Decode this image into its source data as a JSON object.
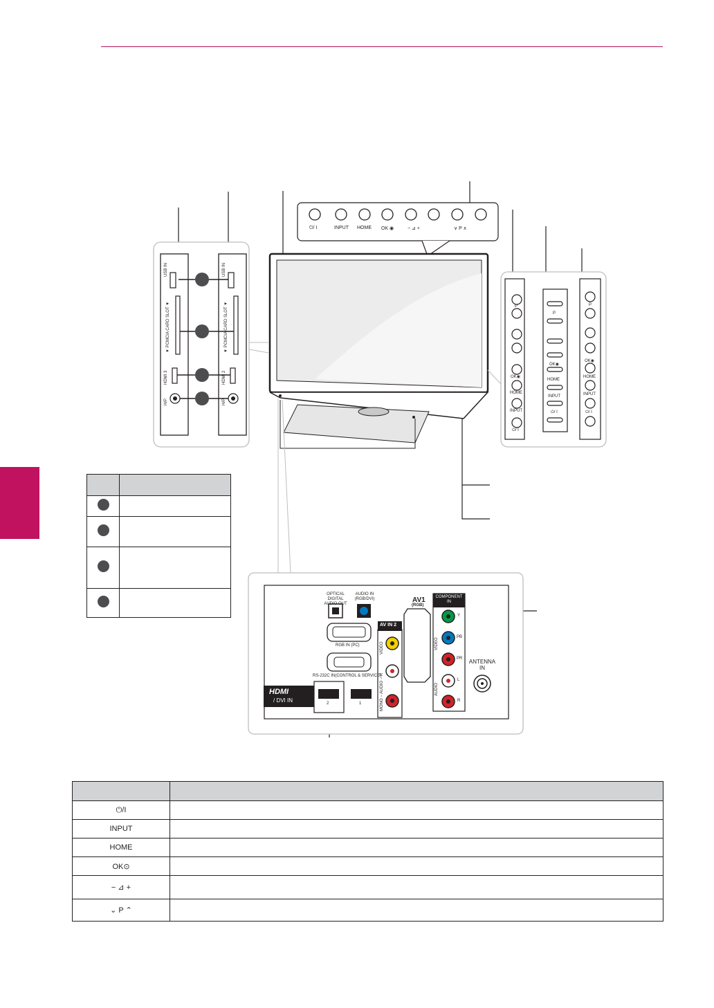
{
  "top_panel": {
    "labels": [
      "⏻/ I",
      "INPUT",
      "HOME",
      "OK ◉",
      "−  ⊿  +",
      "∨   P   ∧"
    ]
  },
  "side_panel_left": {
    "usb": "USB IN",
    "pcmcia": "▼ PCMCIA CARD SLOT ▼",
    "hdmi": "HDMI 3",
    "hp": "H/P"
  },
  "side_panel_right": {
    "usb": "USB IN",
    "pcmcia": "▼ PCMCIA CARD SLOT ▼",
    "hdmi": "HDMI 2",
    "hp": "H/P"
  },
  "button_panels": {
    "p": "P",
    "ok": "OK◉",
    "home": "HOME",
    "input": "INPUT",
    "power": "⏻/ I"
  },
  "rear_panel": {
    "optical": "OPTICAL DIGITAL AUDIO OUT",
    "audio_in": "AUDIO IN (RGB/DVI)",
    "rgb_in": "RGB IN (PC)",
    "rs232": "RS-232C IN(CONTROL & SERVICE)",
    "hdmi_dvi_logo": "HDMI",
    "hdmi_dvi_sub": "/ DVI IN",
    "hdmi_port_2": "2",
    "hdmi_port_1": "1",
    "av_in_2": "AV IN 2",
    "av2_video": "VIDEO",
    "av2_audio": "MONO  −  AUDIO  −  R",
    "av1": "AV1",
    "av1_sub": "(RGB)",
    "component": "COMPONENT IN",
    "comp_video": "VIDEO",
    "comp_audio": "AUDIO",
    "comp_y": "Y",
    "comp_pb": "PB",
    "comp_pr": "PR",
    "comp_l": "L",
    "comp_r": "R",
    "antenna": "ANTENNA IN"
  },
  "button_table": {
    "rows": [
      {
        "symbol": "⏻/I",
        "desc": ""
      },
      {
        "symbol": "INPUT",
        "desc": ""
      },
      {
        "symbol": "HOME",
        "desc": ""
      },
      {
        "symbol": "OK⊙",
        "desc": ""
      },
      {
        "symbol": "−  ⊿  +",
        "desc": ""
      },
      {
        "symbol": "⌄  P  ⌃",
        "desc": ""
      }
    ]
  },
  "colors": {
    "accent": "#c0125f",
    "header_gray": "#d1d3d4",
    "jack_yellow": "#f2d000",
    "jack_green": "#009a44",
    "jack_blue": "#0079c1",
    "jack_red": "#d2232a"
  }
}
